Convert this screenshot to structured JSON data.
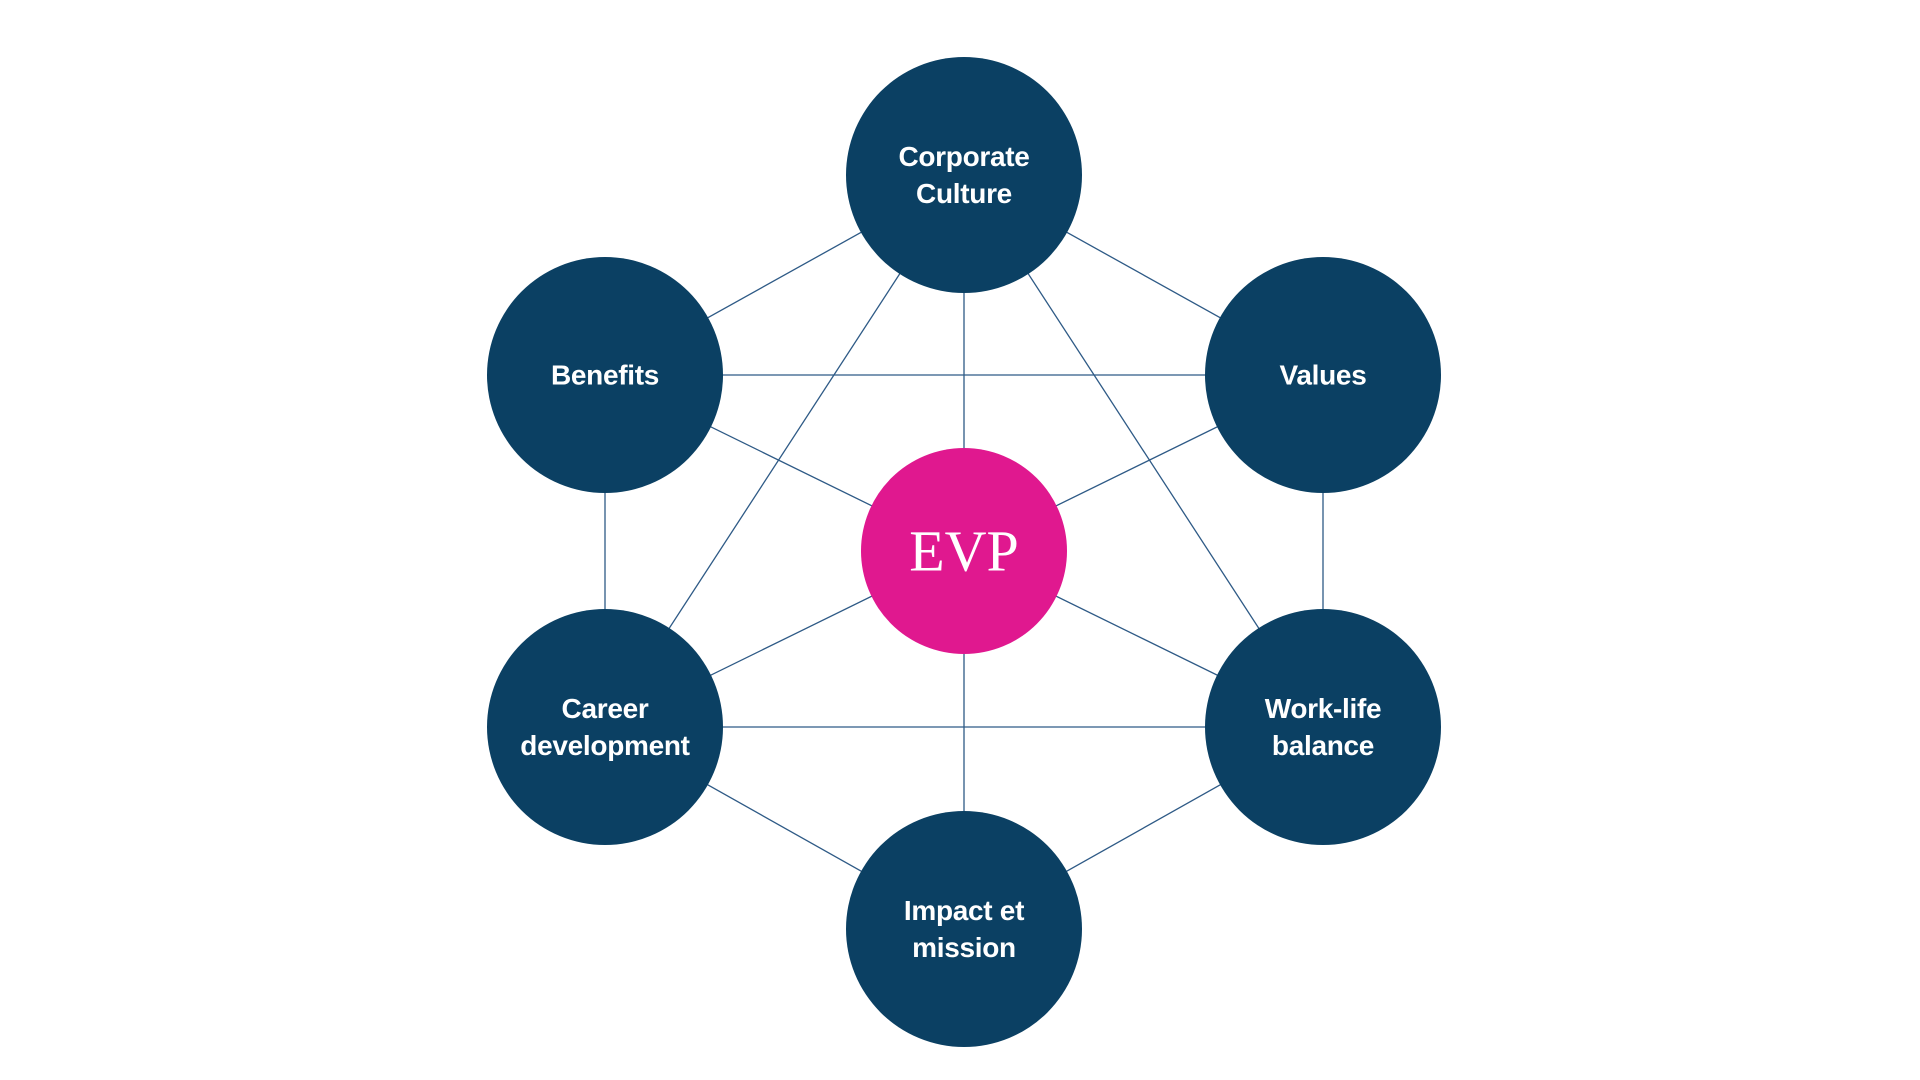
{
  "colors": {
    "background": "#ffffff",
    "node_fill": "#0b4063",
    "center_fill": "#e0188f",
    "connector_line": "#2e5a86",
    "label_text": "#ffffff"
  },
  "center": {
    "label": "EVP"
  },
  "nodes": [
    {
      "id": "corporate-culture",
      "lines": [
        "Corporate",
        "Culture"
      ]
    },
    {
      "id": "values",
      "lines": [
        "Values"
      ]
    },
    {
      "id": "work-life-balance",
      "lines": [
        "Work-life",
        "balance"
      ]
    },
    {
      "id": "impact-mission",
      "lines": [
        "Impact et",
        "mission"
      ]
    },
    {
      "id": "career-development",
      "lines": [
        "Career",
        "development"
      ]
    },
    {
      "id": "benefits",
      "lines": [
        "Benefits"
      ]
    }
  ]
}
